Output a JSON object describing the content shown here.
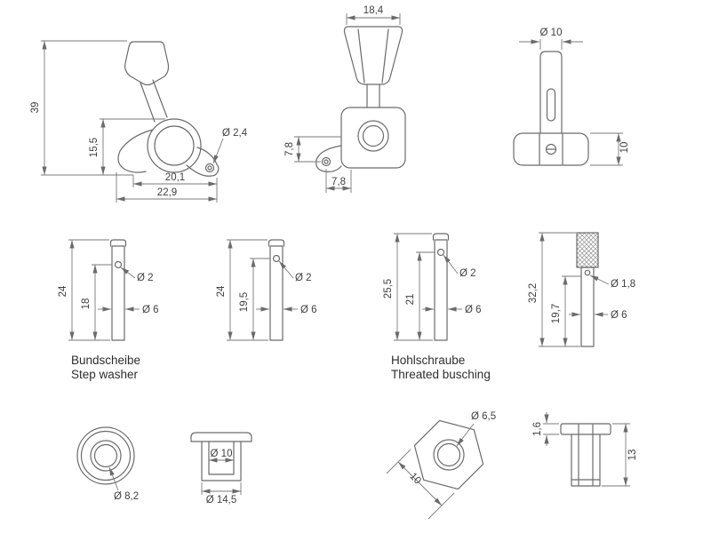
{
  "captions": {
    "washer_de": "Bundscheibe",
    "washer_en": "Step washer",
    "bushing_de": "Hohlschraube",
    "bushing_en": "Threated busching"
  },
  "dims": {
    "side": {
      "total_h": "39",
      "body_h": "15,5",
      "w1": "20,1",
      "w2": "22,9",
      "hole": "Ø 2,4"
    },
    "front": {
      "button_w": "18,4",
      "plate_h": "7,8",
      "plate_w": "7,8"
    },
    "top": {
      "dia": "Ø 10",
      "h": "10"
    },
    "postA": {
      "total": "24",
      "shaft": "18",
      "hole": "Ø 2",
      "dia": "Ø 6"
    },
    "postB": {
      "total": "24",
      "shaft": "19,5",
      "hole": "Ø 2",
      "dia": "Ø 6"
    },
    "postC": {
      "total": "25,5",
      "shaft": "21",
      "hole": "Ø 2",
      "dia": "Ø 6"
    },
    "postD": {
      "total": "32,2",
      "shaft": "19,7",
      "hole": "Ø 1,8",
      "dia": "Ø 6"
    },
    "washer": {
      "hole": "Ø 8,2"
    },
    "cup": {
      "inner": "Ø 10",
      "outer": "Ø 14,5"
    },
    "hex": {
      "bore": "Ø 6,5",
      "flats": "10"
    },
    "flanged": {
      "flange": "1,6",
      "height": "13"
    }
  }
}
